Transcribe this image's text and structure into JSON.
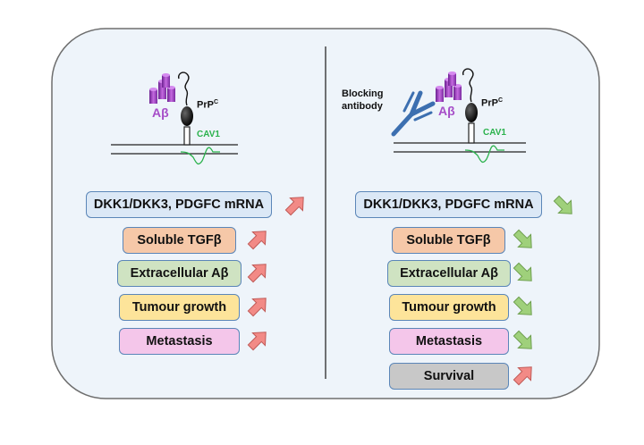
{
  "left": {
    "ab_label": "Aβ",
    "prpc_label": "PrP",
    "prpc_sup": "C",
    "cav1_label": "CAV1",
    "boxes": [
      {
        "label": "DKK1/DKK3, PDGFC mRNA",
        "trend": "up"
      },
      {
        "label": "Soluble TGFβ",
        "trend": "up"
      },
      {
        "label": "Extracellular Aβ",
        "trend": "up"
      },
      {
        "label": "Tumour growth",
        "trend": "up"
      },
      {
        "label": "Metastasis",
        "trend": "up"
      }
    ]
  },
  "right": {
    "antibody_label_1": "Blocking",
    "antibody_label_2": "antibody",
    "ab_label": "Aβ",
    "prpc_label": "PrP",
    "prpc_sup": "C",
    "cav1_label": "CAV1",
    "boxes": [
      {
        "label": "DKK1/DKK3, PDGFC mRNA",
        "trend": "down"
      },
      {
        "label": "Soluble TGFβ",
        "trend": "down"
      },
      {
        "label": "Extracellular Aβ",
        "trend": "down"
      },
      {
        "label": "Tumour growth",
        "trend": "down"
      },
      {
        "label": "Metastasis",
        "trend": "down"
      },
      {
        "label": "Survival",
        "trend": "up"
      }
    ]
  },
  "colors": {
    "panel_fill": "#eef4fa",
    "panel_stroke": "#6e6e6e",
    "up_arrow": "#f28a86",
    "down_arrow": "#9fd07b",
    "amyloid": "#a64dc8",
    "cav1": "#2bb24c",
    "antibody": "#3c6fb0"
  }
}
